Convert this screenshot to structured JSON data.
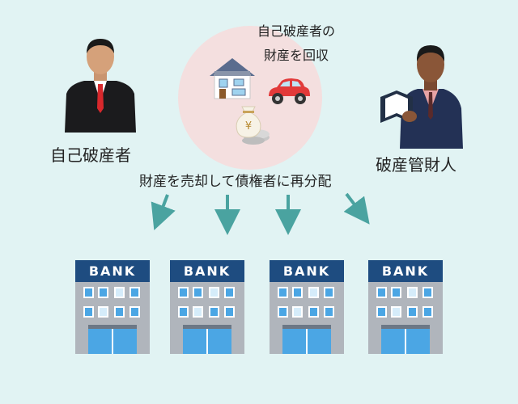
{
  "labels": {
    "asset_recovery": "自己破産者の\n財産を回収",
    "debtor": "自己破産者",
    "trustee": "破産管財人",
    "distribution": "財産を売却して債権者に再分配"
  },
  "banks": [
    {
      "sign": "BANK"
    },
    {
      "sign": "BANK"
    },
    {
      "sign": "BANK"
    },
    {
      "sign": "BANK"
    }
  ],
  "colors": {
    "background": "#e1f3f3",
    "circle": "#f4dfdf",
    "arrow": "#4aa3a0",
    "bank_sign": "#1e4c80"
  },
  "icons": [
    "debtor-person-icon",
    "trustee-person-icon",
    "house-icon",
    "car-icon",
    "money-bag-yen-icon",
    "bank-building-icon",
    "arrow-icon"
  ]
}
